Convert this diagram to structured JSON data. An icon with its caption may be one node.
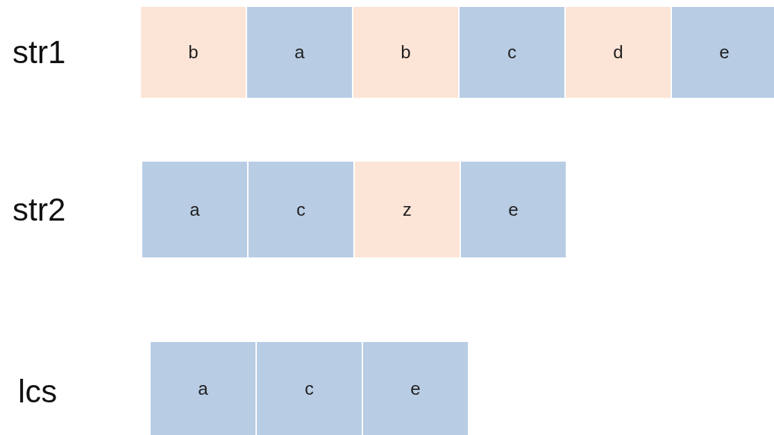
{
  "diagram": {
    "nodes": [
      {
        "text": [
          "b"
        ]
      },
      {
        "text": [
          "a"
        ]
      },
      {
        "text": [
          "b"
        ]
      },
      {
        "text": [
          "c"
        ]
      },
      {
        "text": [
          "d"
        ]
      },
      {
        "text": [
          "e"
        ]
      },
      {
        "text": [
          "a"
        ]
      },
      {
        "text": [
          "c"
        ]
      },
      {
        "text": [
          "z"
        ]
      },
      {
        "text": [
          "e"
        ]
      },
      {
        "text": [
          "a"
        ]
      },
      {
        "text": [
          "c"
        ]
      },
      {
        "text": [
          "e"
        ]
      }
    ],
    "labels": [
      "str1",
      "str2",
      "lcs"
    ]
  }
}
